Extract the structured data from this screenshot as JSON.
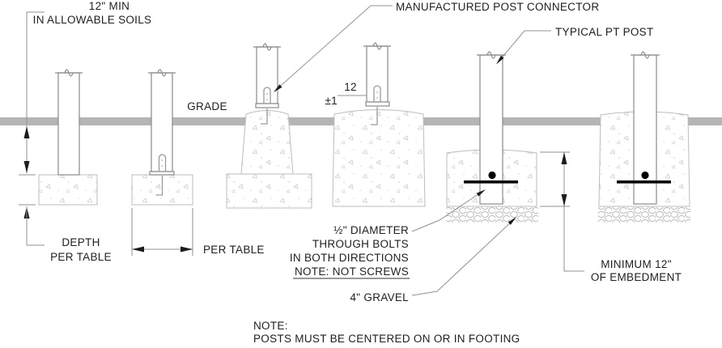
{
  "drawing": {
    "labels": {
      "soil_min": {
        "line1": "12\" MIN",
        "line2": "IN ALLOWABLE SOILS"
      },
      "grade": "GRADE",
      "post_connector": "MANUFACTURED POST CONNECTOR",
      "pt_post": "TYPICAL PT POST",
      "slope": {
        "rise": "±1",
        "run": "12"
      },
      "depth": {
        "line1": "DEPTH",
        "line2": "PER TABLE"
      },
      "width_per_table": "PER TABLE",
      "bolts": {
        "line1": "½\" DIAMETER",
        "line2": "THROUGH BOLTS",
        "line3": "IN BOTH DIRECTIONS",
        "line4": "NOTE: NOT SCREWS"
      },
      "gravel": "4\" GRAVEL",
      "embedment": {
        "line1": "MINIMUM 12\"",
        "line2": "OF EMBEDMENT"
      },
      "note": {
        "line1": "NOTE:",
        "line2": "POSTS MUST BE CENTERED ON OR IN FOOTING"
      }
    },
    "colors": {
      "background": "#ffffff",
      "grade_band": "#b5b5b5",
      "concrete_outline": "#bdbdbd",
      "post_outline": "#8a8a8a",
      "dimension_line": "#929292",
      "bolt": "#000000",
      "text": "#1f1f1f"
    }
  }
}
